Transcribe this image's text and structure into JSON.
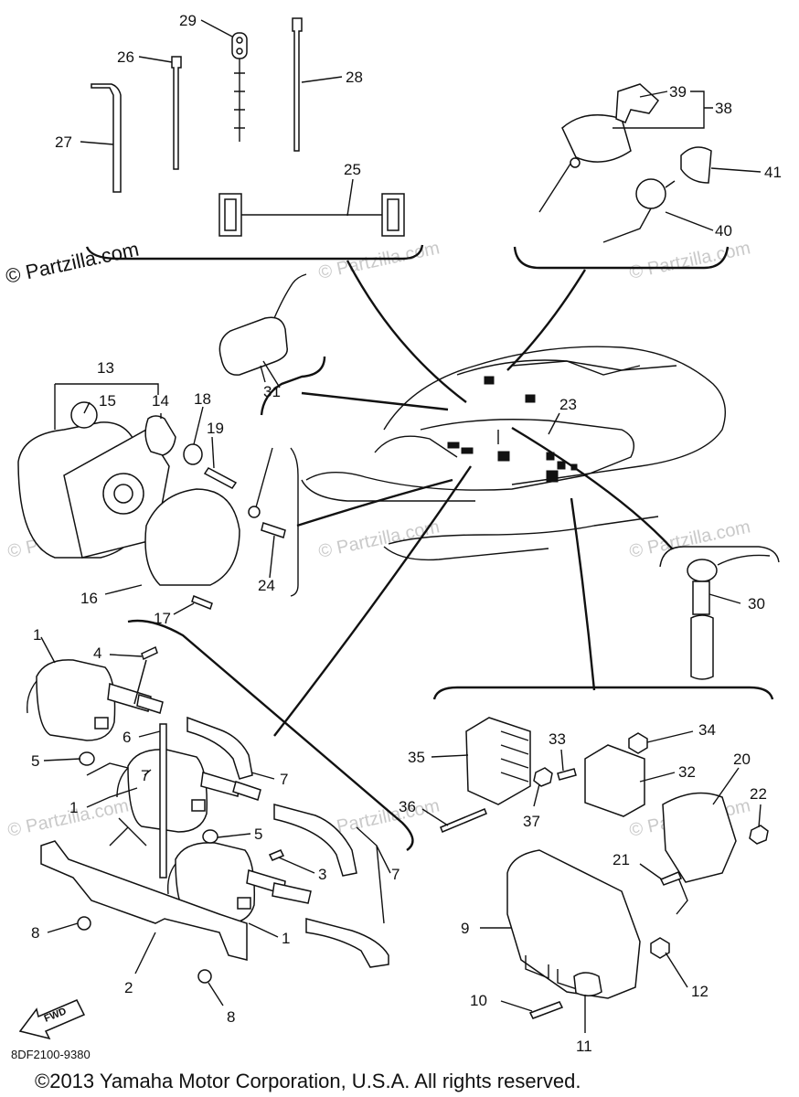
{
  "diagram": {
    "code": "8DF2100-9380",
    "copyright": "©2013  Yamaha Motor Corporation, U.S.A. All rights reserved.",
    "watermark_main": "© Partzilla.com",
    "watermark_faint": "© Partzilla.com",
    "fwd_label": "FWD",
    "callouts": {
      "c1a": "1",
      "c1b": "1",
      "c1c": "1",
      "c2": "2",
      "c3": "3",
      "c4": "4",
      "c5a": "5",
      "c5b": "5",
      "c6": "6",
      "c7a": "7",
      "c7b": "7",
      "c7c": "7",
      "c8a": "8",
      "c8b": "8",
      "c9": "9",
      "c10": "10",
      "c11": "11",
      "c12": "12",
      "c13": "13",
      "c14": "14",
      "c15": "15",
      "c16": "16",
      "c17": "17",
      "c18": "18",
      "c19": "19",
      "c20": "20",
      "c21": "21",
      "c22": "22",
      "c23": "23",
      "c24": "24",
      "c25": "25",
      "c26": "26",
      "c27": "27",
      "c28": "28",
      "c29": "29",
      "c30": "30",
      "c31": "31",
      "c32": "32",
      "c33": "33",
      "c34": "34",
      "c35": "35",
      "c36": "36",
      "c37": "37",
      "c38": "38",
      "c39": "39",
      "c40": "40",
      "c41": "41"
    }
  }
}
